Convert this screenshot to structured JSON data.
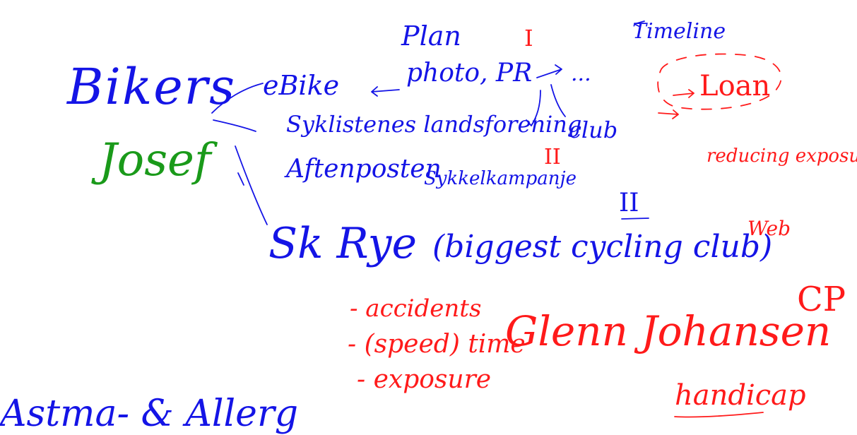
{
  "notes": {
    "bikers": "Bikers",
    "josef": "Josef",
    "plan": "Plan",
    "ebike": "eBike",
    "photo_pr": "photo, PR",
    "ellipsis": "...",
    "timeline": "Timeline",
    "loan": "Loan",
    "roman_one": "I",
    "club": "club",
    "sykkelistlandsforening": "Syklistenes landsforening",
    "roman_two_a": "II",
    "reducing_exposure": "reducing exposure",
    "aftenposten": "Aftenposten",
    "sykkelkampanje": "Sykkelkampanje",
    "roman_two_b": "II",
    "web": "Web",
    "sk_rye": "Sk Rye",
    "biggest_club": "(biggest cycling club)",
    "cp": "CP",
    "accidents": "- accidents",
    "speed_time": "- (speed) time",
    "exposure": "- exposure",
    "glenn_johansen": "Glenn Johansen",
    "handicap": "handicap",
    "astma": "Astma- & Allerg"
  },
  "colors": {
    "blue_ink": "#1414e6",
    "red_ink": "#ff1a1a",
    "green_ink": "#1a9a1a"
  }
}
